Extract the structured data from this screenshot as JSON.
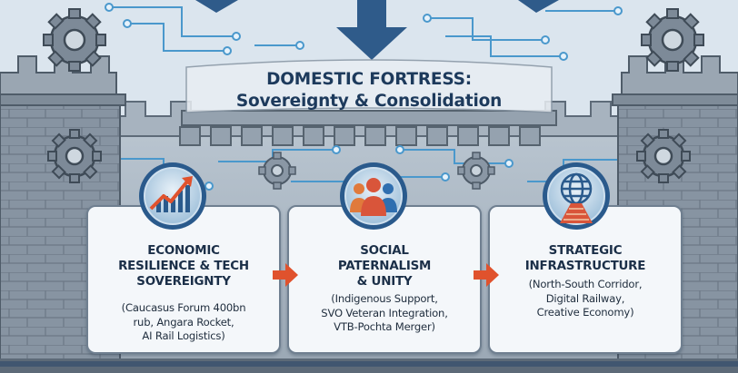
{
  "title": {
    "line1": "DOMESTIC FORTRESS:",
    "line2": "Sovereignty & Consolidation"
  },
  "pillars": [
    {
      "title_lines": [
        "ECONOMIC",
        "RESILIENCE & TECH",
        "SOVEREIGNTY"
      ],
      "desc_lines": [
        "(Caucasus Forum 400bn",
        "rub, Angara Rocket,",
        "AI Rail Logistics)"
      ],
      "icon": "rising-chart-icon"
    },
    {
      "title_lines": [
        "SOCIAL",
        "PATERNALISM",
        "& UNITY"
      ],
      "desc_lines": [
        "(Indigenous Support,",
        "SVO Veteran Integration,",
        "VTB-Pochta Merger)"
      ],
      "icon": "people-group-icon"
    },
    {
      "title_lines": [
        "STRATEGIC",
        "INFRASTRUCTURE"
      ],
      "desc_lines": [
        "(North-South Corridor,",
        "Digital Railway,",
        "Creative Economy)"
      ],
      "icon": "globe-railway-icon"
    }
  ],
  "colors": {
    "title": "#1d3a5c",
    "stone": "#7d8b99",
    "circuit": "#3b8fc6",
    "arrow": "#e0522d",
    "badge": "#2a5a8c"
  }
}
